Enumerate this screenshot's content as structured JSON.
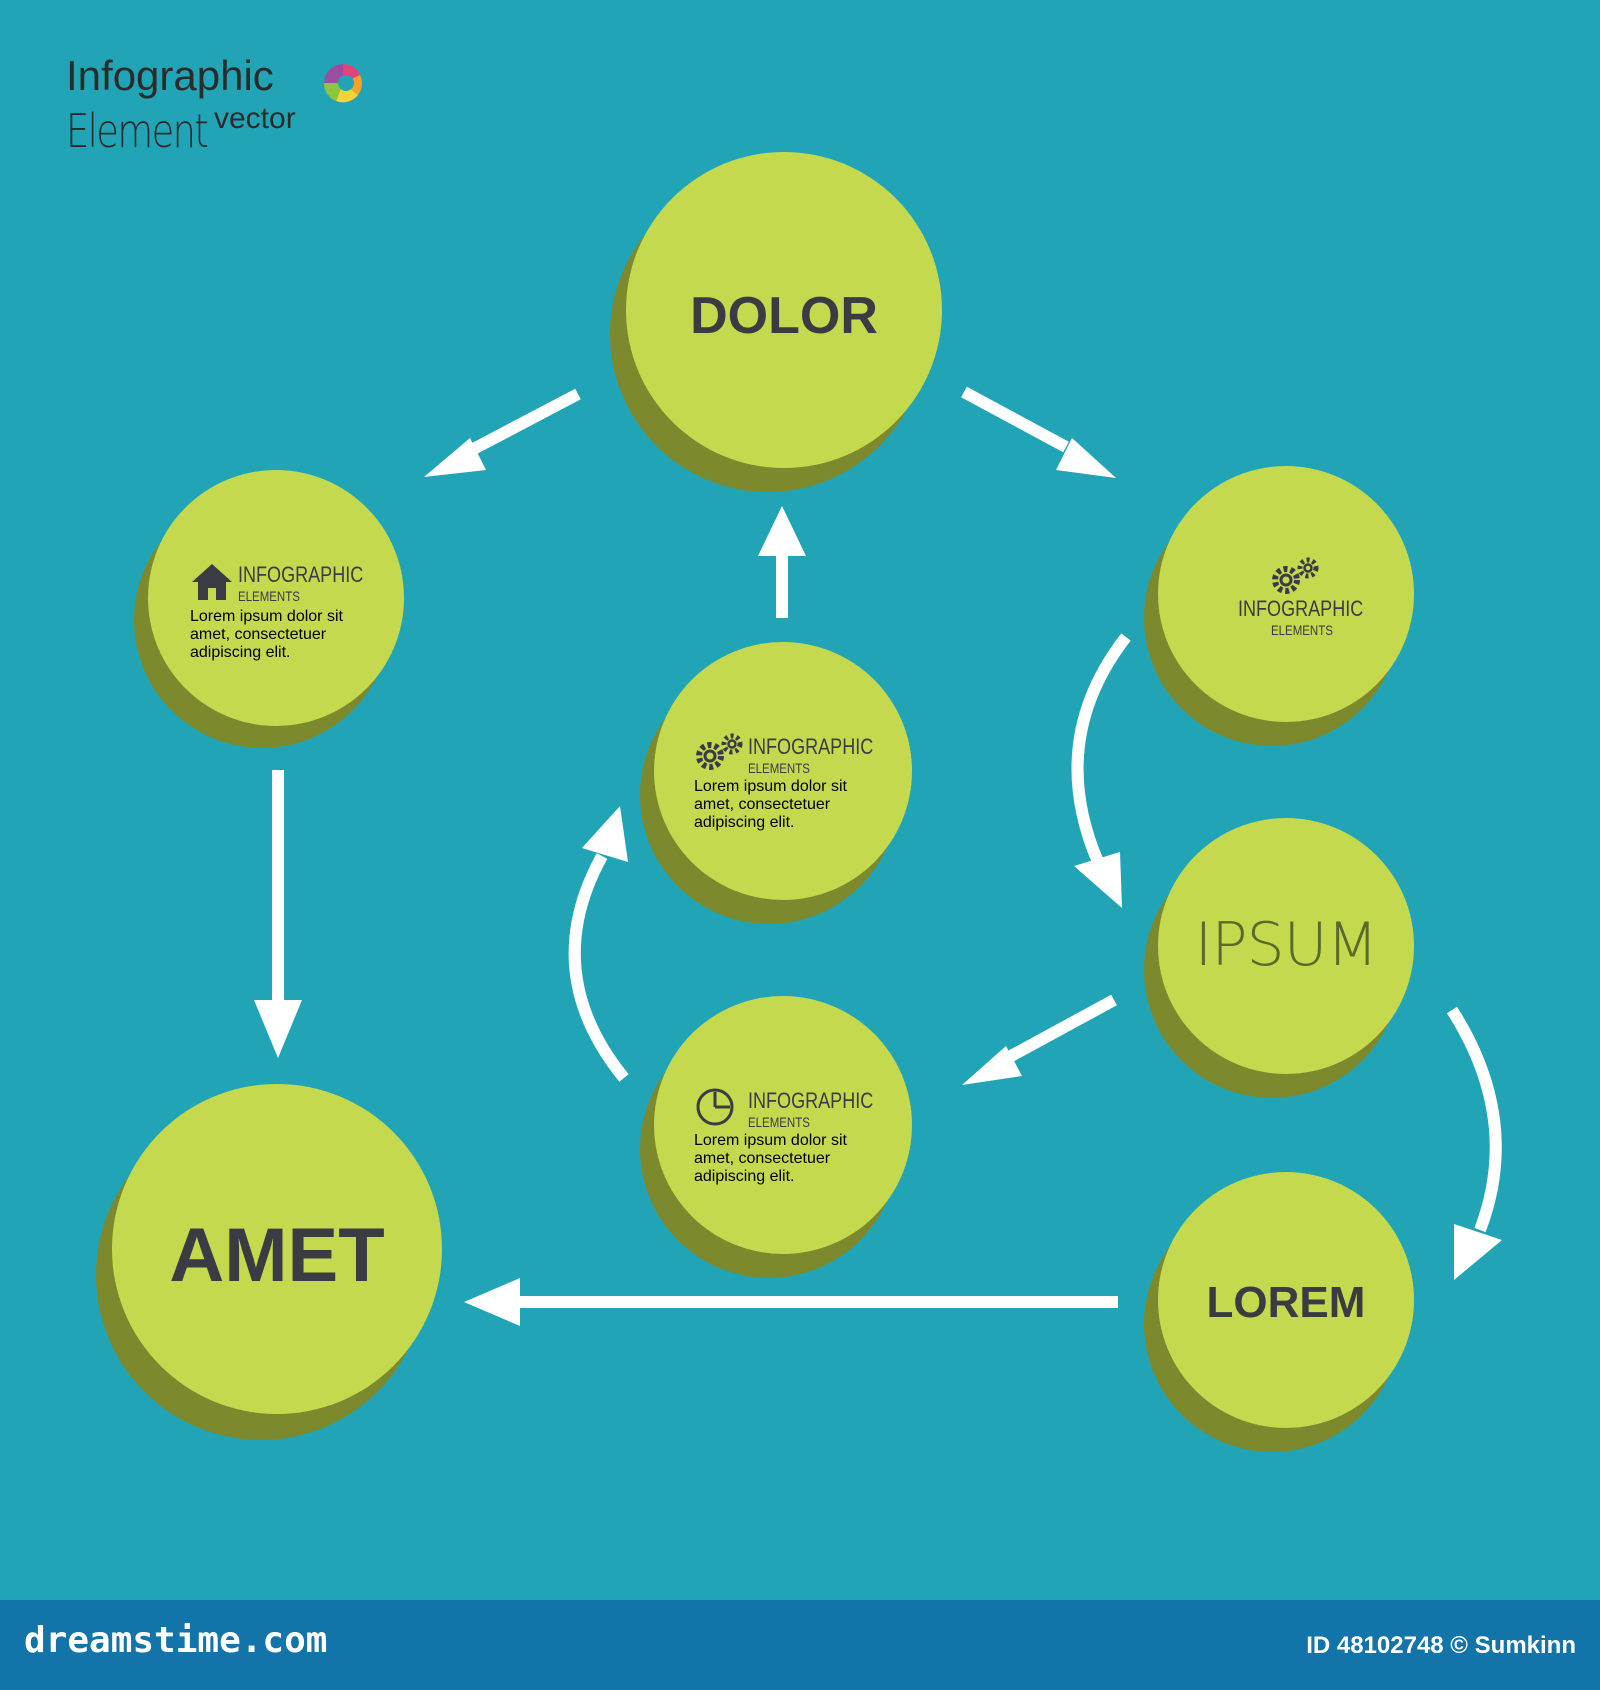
{
  "header": {
    "title_line1": "Infographic",
    "title_line2": "Element",
    "title_line3": "vector"
  },
  "nodes": {
    "dolor": "DOLOR",
    "amet": "AMET",
    "lorem": "LOREM",
    "ipsum": "IPSUM",
    "left_info": {
      "title": "INFOGRAPHIC",
      "subtitle": "ELEMENTS",
      "body": "Lorem ipsum dolor sit amet, consectetuer adipiscing elit."
    },
    "right_info": {
      "title": "INFOGRAPHIC",
      "subtitle": "ELEMENTS"
    },
    "center_top_info": {
      "title": "INFOGRAPHIC",
      "subtitle": "ELEMENTS",
      "body": "Lorem ipsum dolor sit amet, consectetuer adipiscing elit."
    },
    "center_bottom_info": {
      "title": "INFOGRAPHIC",
      "subtitle": "ELEMENTS",
      "body": "Lorem ipsum dolor sit amet, consectetuer adipiscing elit."
    }
  },
  "icons": {
    "left_info": "home-icon",
    "right_info": "gears-icon",
    "center_top_info": "gears-icon",
    "center_bottom_info": "clock-icon"
  },
  "footer": {
    "brand": "dreamstime.com",
    "credit": "ID 48102748 © Sumkinn"
  },
  "colors": {
    "background": "#21a5b6",
    "circle_face": "#c4d94e",
    "circle_shadow": "#7c8a2d",
    "arrow": "#ffffff",
    "text": "#3b3b44",
    "footer": "#1274a8"
  }
}
